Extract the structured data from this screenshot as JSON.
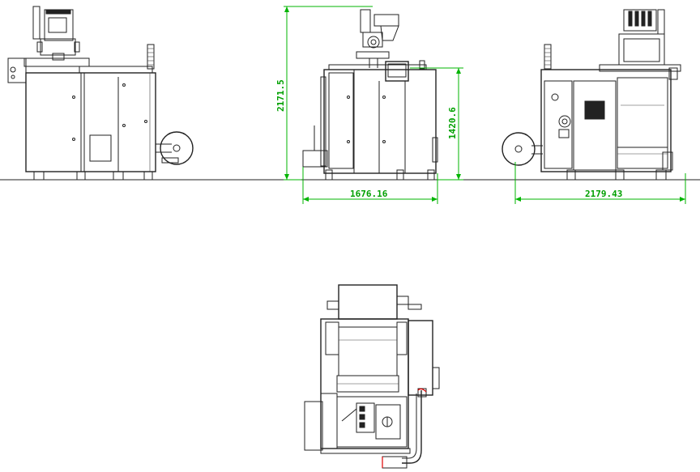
{
  "drawing": {
    "dimensions": {
      "overall_height": "2171.5",
      "body_height": "1420.6",
      "front_width": "1676.16",
      "side_width": "2179.43"
    },
    "colors": {
      "lines": "#222222",
      "dimension": "#00a000",
      "accent": "#e00000",
      "background": "#ffffff"
    }
  }
}
